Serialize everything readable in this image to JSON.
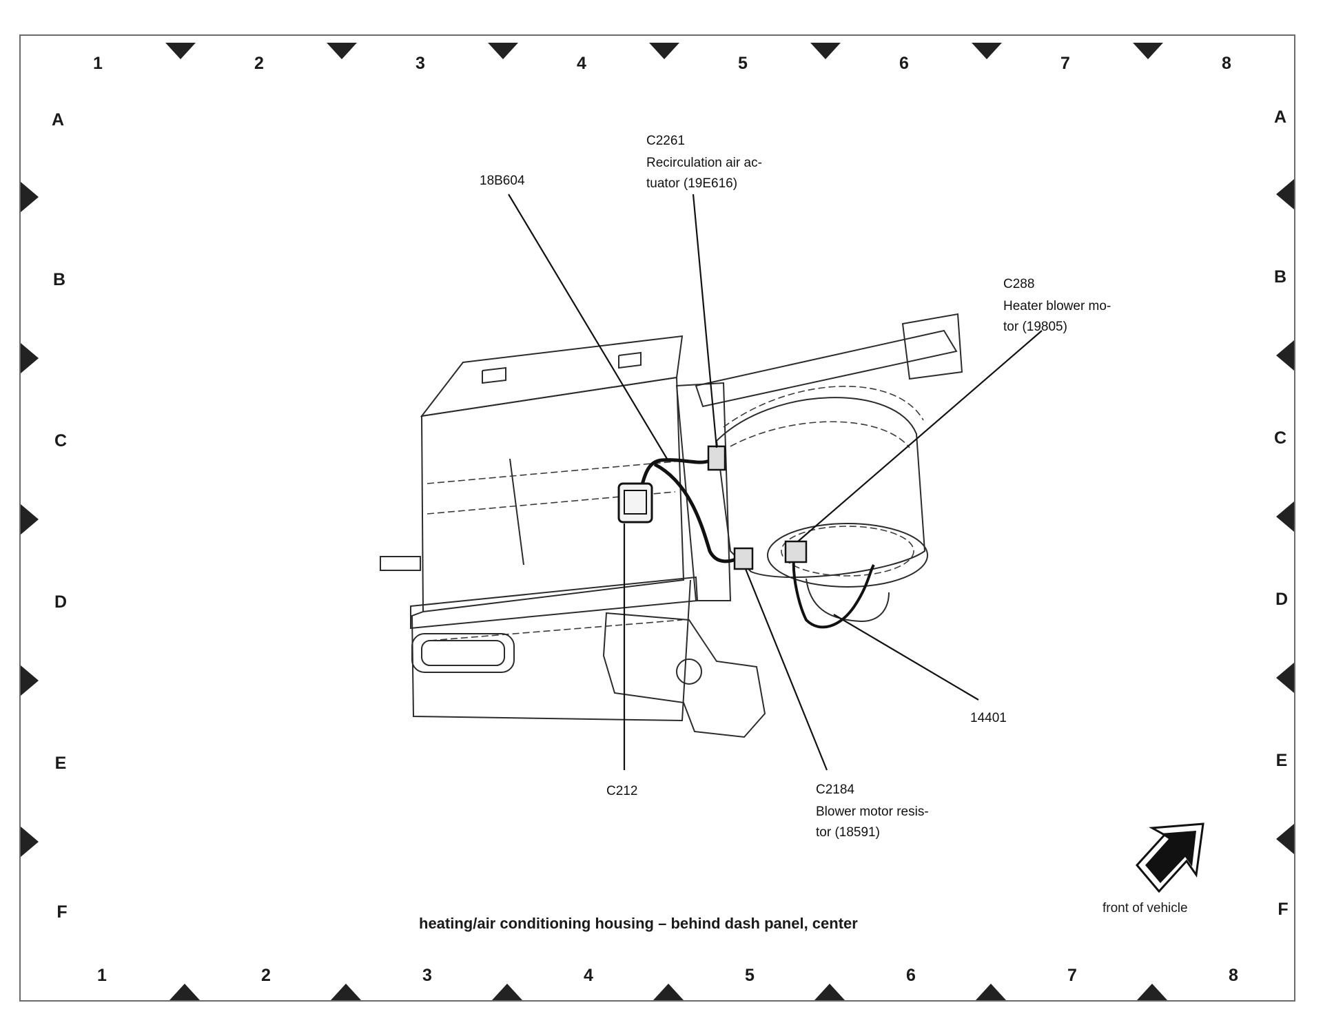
{
  "caption": "heating/air conditioning housing – behind dash panel, center",
  "front_label": "front of vehicle",
  "grid": {
    "columns": [
      "1",
      "2",
      "3",
      "4",
      "5",
      "6",
      "7",
      "8"
    ],
    "rows": [
      "A",
      "B",
      "C",
      "D",
      "E",
      "F"
    ]
  },
  "callouts": {
    "c2261": {
      "id": "C2261",
      "line1": "Recirculation air ac-",
      "line2": "tuator (19E616)"
    },
    "p18b604": {
      "id": "18B604"
    },
    "c288": {
      "id": "C288",
      "line1": "Heater blower mo-",
      "line2": "tor (19805)"
    },
    "p14401": {
      "id": "14401"
    },
    "c212": {
      "id": "C212"
    },
    "c2184": {
      "id": "C2184",
      "line1": "Blower motor resis-",
      "line2": "tor (18591)"
    }
  },
  "icons": {
    "front_arrow": "front-direction-arrow-icon"
  }
}
